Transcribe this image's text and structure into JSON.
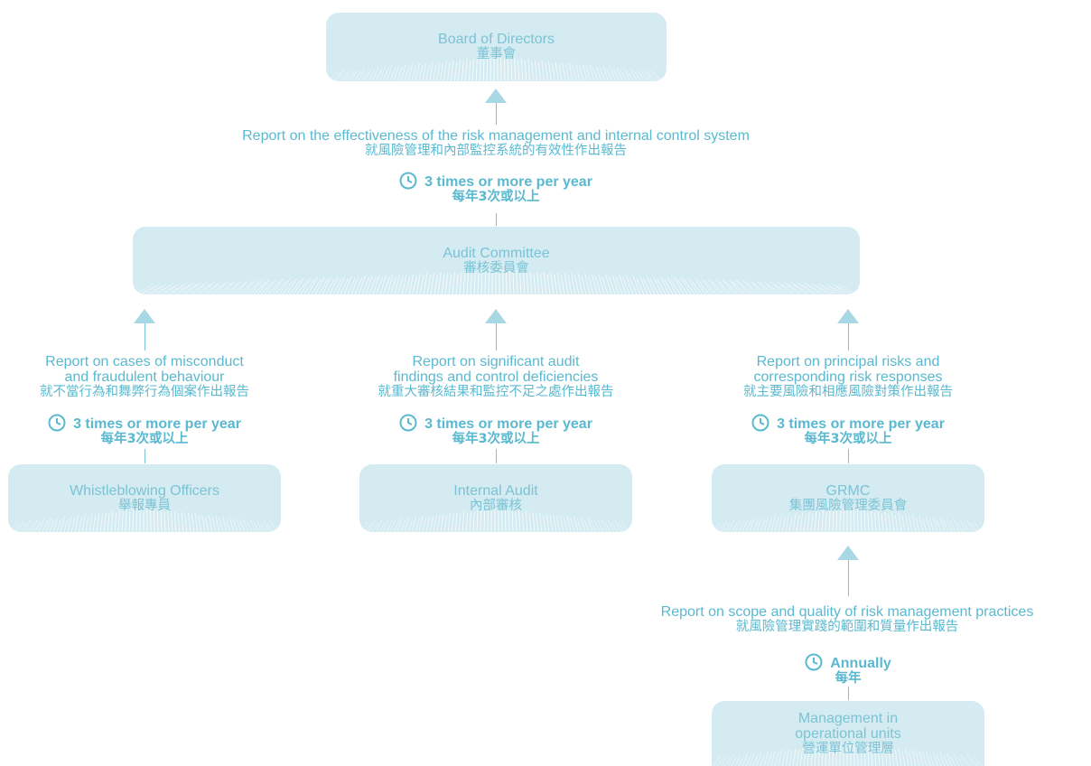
{
  "colors": {
    "box_fill": "#d3ebf1",
    "text": "#5ab9d0",
    "connector": "#7cc3d6"
  },
  "boxes": {
    "board": {
      "en": "Board of Directors",
      "cn": "董事會"
    },
    "audit_committee": {
      "en": "Audit Committee",
      "cn": "審核委員會"
    },
    "whistleblowing": {
      "en": "Whistleblowing Officers",
      "cn": "舉報專員"
    },
    "internal_audit": {
      "en": "Internal Audit",
      "cn": "內部審核"
    },
    "grmc": {
      "en": "GRMC",
      "cn": "集團風險管理委員會"
    },
    "management": {
      "en_line1": "Management in",
      "en_line2": "operational units",
      "cn": "營運單位管理層"
    }
  },
  "reports": {
    "to_board": {
      "en": "Report on the effectiveness of the risk management and internal control system",
      "cn": "就風險管理和內部監控系統的有效性作出報告",
      "freq_en": "3 times or more per year",
      "freq_cn": "每年3次或以上"
    },
    "whistle": {
      "en_line1": "Report on cases of misconduct",
      "en_line2": "and fraudulent behaviour",
      "cn": "就不當行為和舞弊行為個案作出報告",
      "freq_en": "3 times or more per year",
      "freq_cn": "每年3次或以上"
    },
    "audit": {
      "en_line1": "Report on significant audit",
      "en_line2": "findings and control deficiencies",
      "cn": "就重大審核結果和監控不足之處作出報告",
      "freq_en": "3 times or more per year",
      "freq_cn": "每年3次或以上"
    },
    "grmc": {
      "en_line1": "Report on principal risks and",
      "en_line2": "corresponding risk responses",
      "cn": "就主要風險和相應風險對策作出報告",
      "freq_en": "3 times or more per year",
      "freq_cn": "每年3次或以上"
    },
    "management": {
      "en": "Report on scope and quality of risk management practices",
      "cn": "就風險管理實踐的範圍和質量作出報告",
      "freq_en": "Annually",
      "freq_cn": "每年"
    }
  }
}
